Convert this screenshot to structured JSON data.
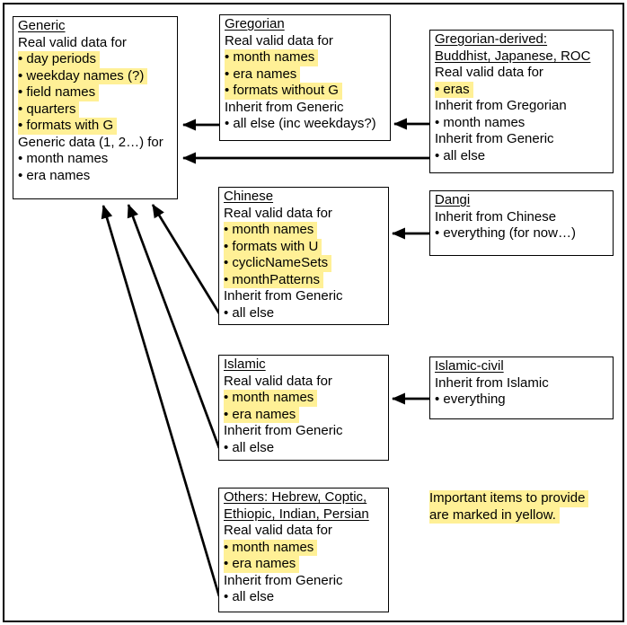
{
  "colors": {
    "background": "#FFFFFF",
    "text": "#000000",
    "box_border": "#000000",
    "arrow": "#000000",
    "highlight": "#FFF096"
  },
  "boxes": {
    "generic": {
      "lines": [
        {
          "text": "Generic",
          "style": "title"
        },
        {
          "text": "Real valid data for"
        },
        {
          "text": "• day periods",
          "style": "hl"
        },
        {
          "text": "• weekday names (?)",
          "style": "hl"
        },
        {
          "text": "• field names",
          "style": "hl"
        },
        {
          "text": "• quarters",
          "style": "hl"
        },
        {
          "text": "• formats with G",
          "style": "hl"
        },
        {
          "text": "Generic data (1, 2…) for"
        },
        {
          "text": "• month names"
        },
        {
          "text": "• era names"
        }
      ]
    },
    "gregorian": {
      "lines": [
        {
          "text": "Gregorian",
          "style": "title"
        },
        {
          "text": "Real valid data for"
        },
        {
          "text": "• month names",
          "style": "hl"
        },
        {
          "text": "• era names",
          "style": "hl"
        },
        {
          "text": "• formats without G",
          "style": "hl"
        },
        {
          "text": "Inherit from Generic"
        },
        {
          "text": "• all else (inc weekdays?)"
        }
      ]
    },
    "gregorian_derived": {
      "lines": [
        {
          "text": "Gregorian-derived:",
          "style": "title"
        },
        {
          "text": "Buddhist, Japanese, ROC",
          "style": "title"
        },
        {
          "text": "Real valid data for"
        },
        {
          "text": "• eras",
          "style": "hl"
        },
        {
          "text": "Inherit from Gregorian"
        },
        {
          "text": "• month names"
        },
        {
          "text": "Inherit from Generic"
        },
        {
          "text": "• all else"
        }
      ]
    },
    "chinese": {
      "lines": [
        {
          "text": "Chinese",
          "style": "title"
        },
        {
          "text": "Real valid data for"
        },
        {
          "text": "• month names",
          "style": "hl"
        },
        {
          "text": "• formats with U",
          "style": "hl"
        },
        {
          "text": "• cyclicNameSets",
          "style": "hl"
        },
        {
          "text": "• monthPatterns",
          "style": "hl"
        },
        {
          "text": "Inherit from Generic"
        },
        {
          "text": "• all else"
        }
      ]
    },
    "dangi": {
      "lines": [
        {
          "text": "Dangi",
          "style": "title"
        },
        {
          "text": "Inherit from Chinese"
        },
        {
          "text": "• everything (for now…)"
        }
      ]
    },
    "islamic": {
      "lines": [
        {
          "text": "Islamic",
          "style": "title"
        },
        {
          "text": "Real valid data for"
        },
        {
          "text": "• month names",
          "style": "hl"
        },
        {
          "text": "• era names",
          "style": "hl"
        },
        {
          "text": "Inherit from Generic"
        },
        {
          "text": "• all else"
        }
      ]
    },
    "islamic_civil": {
      "lines": [
        {
          "text": "Islamic-civil",
          "style": "title"
        },
        {
          "text": "Inherit from Islamic"
        },
        {
          "text": "• everything"
        }
      ]
    },
    "others": {
      "lines": [
        {
          "text": "Others: Hebrew, Coptic,",
          "style": "title"
        },
        {
          "text": "Ethiopic, Indian, Persian",
          "style": "title"
        },
        {
          "text": "Real valid data for"
        },
        {
          "text": "• month names",
          "style": "hl"
        },
        {
          "text": "• era names",
          "style": "hl"
        },
        {
          "text": "Inherit from Generic"
        },
        {
          "text": "• all else"
        }
      ]
    }
  },
  "note": {
    "lines": [
      {
        "text": "Important items to provide",
        "style": "hl"
      },
      {
        "text": "are marked in yellow.",
        "style": "hl"
      }
    ]
  },
  "edges": [
    {
      "from": "gregorian",
      "to": "generic"
    },
    {
      "from": "gregorian-derived",
      "to": "gregorian"
    },
    {
      "from": "gregorian-derived",
      "to": "generic"
    },
    {
      "from": "dangi",
      "to": "chinese"
    },
    {
      "from": "chinese",
      "to": "generic"
    },
    {
      "from": "islamic-civil",
      "to": "islamic"
    },
    {
      "from": "islamic",
      "to": "generic"
    },
    {
      "from": "others",
      "to": "generic"
    }
  ]
}
